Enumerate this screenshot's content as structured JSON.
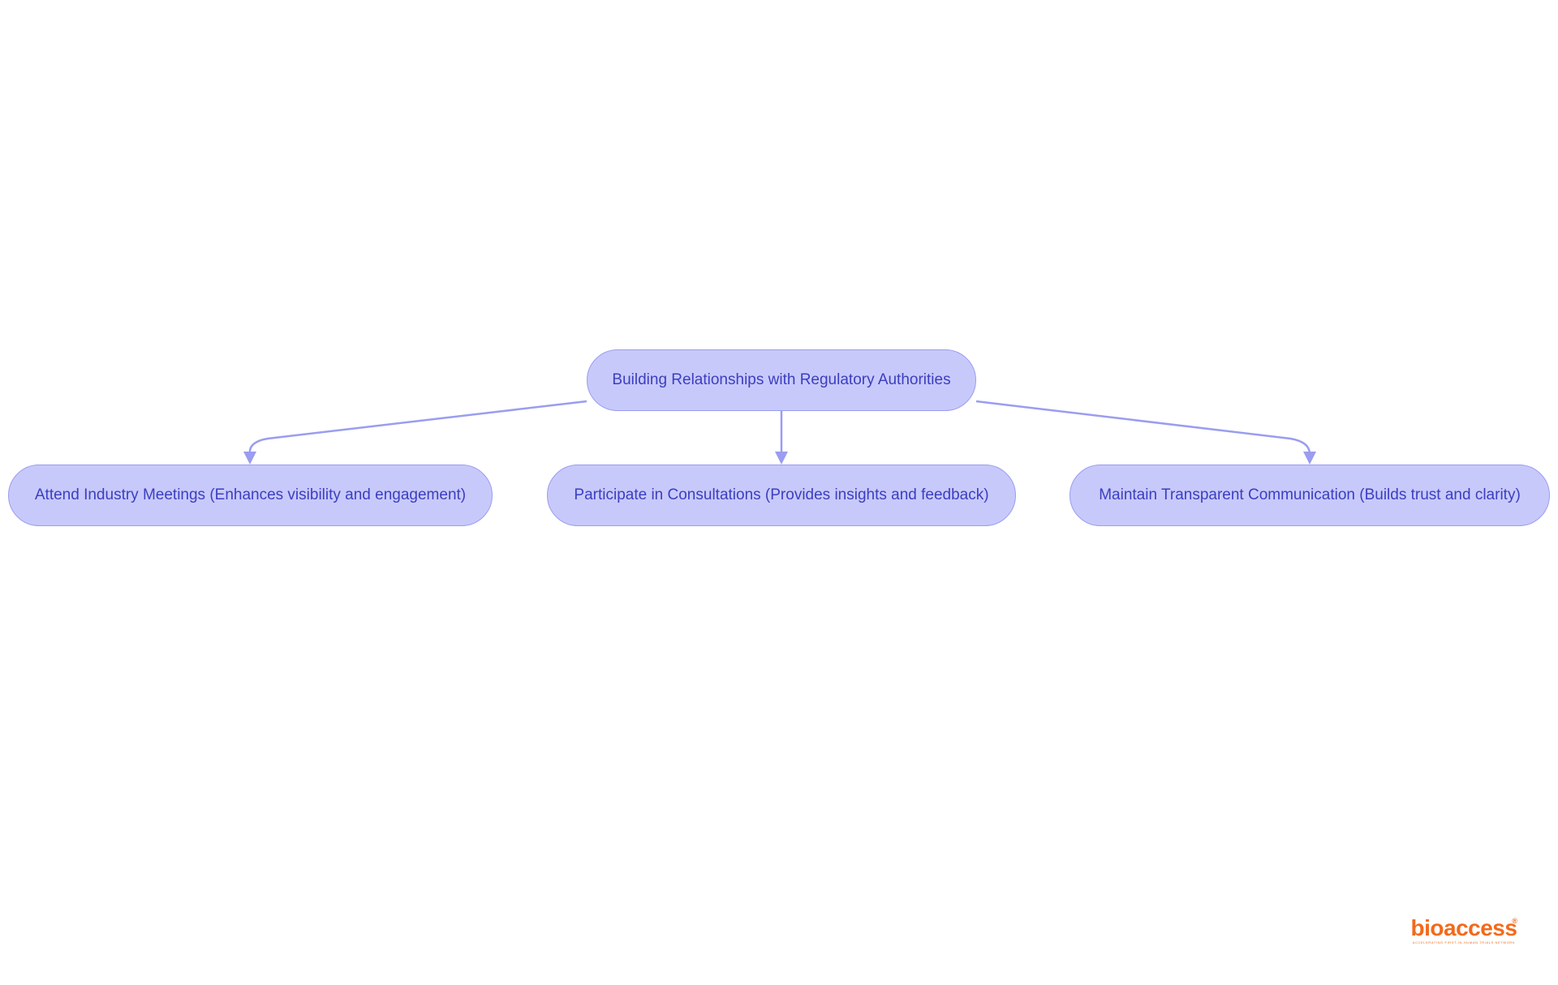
{
  "diagram": {
    "root": {
      "label": "Building Relationships with Regulatory Authorities"
    },
    "children": [
      {
        "label": "Attend Industry Meetings (Enhances visibility and engagement)"
      },
      {
        "label": "Participate in Consultations (Provides insights and feedback)"
      },
      {
        "label": "Maintain Transparent Communication (Builds trust and clarity)"
      }
    ],
    "colors": {
      "node_fill": "#c8c9fb",
      "node_border": "#9a9df0",
      "node_text": "#3b3fbf",
      "edge": "#9a9df0"
    }
  },
  "logo": {
    "word": "bioaccess",
    "reg_mark": "®",
    "tagline": "ACCELERATING FIRST-IN-HUMAN TRIALS NETWORK",
    "color": "#f26a1b"
  }
}
